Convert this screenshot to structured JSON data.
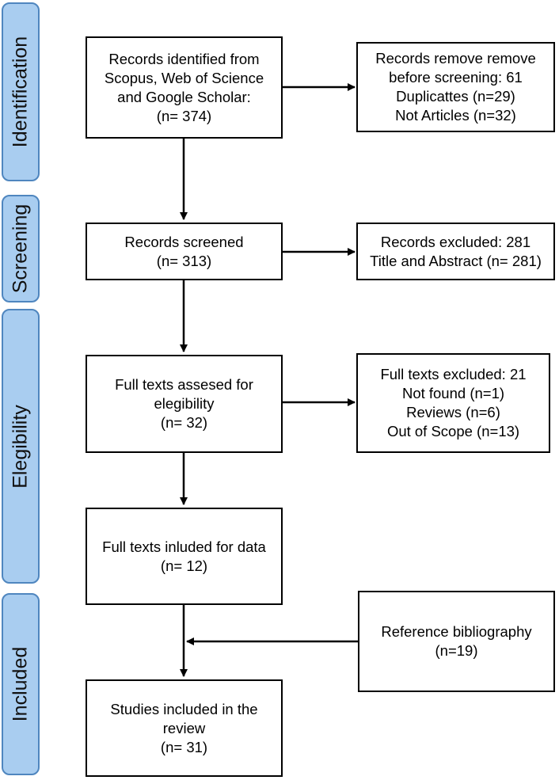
{
  "phases": {
    "identification": "Identification",
    "screening": "Screening",
    "eligibility": "Elegibility",
    "included": "Included"
  },
  "boxes": {
    "records_identified": [
      "Records identified from",
      "Scopus, Web of Science",
      "and Google Scholar:",
      "(n= 374)"
    ],
    "records_removed": [
      "Records remove remove",
      "before screening: 61",
      "Duplicattes (n=29)",
      "Not Articles (n=32)"
    ],
    "records_screened": [
      "Records screened",
      "(n= 313)"
    ],
    "records_excluded": [
      "Records excluded: 281",
      "Title and Abstract (n= 281)"
    ],
    "full_texts_assessed": [
      "Full texts assesed for",
      "elegibility",
      "(n= 32)"
    ],
    "full_texts_excluded": [
      "Full texts excluded: 21",
      "Not found (n=1)",
      "Reviews (n=6)",
      "Out of Scope (n=13)"
    ],
    "full_texts_included": [
      "Full texts inluded for data",
      "(n= 12)"
    ],
    "reference_bibliography": [
      "Reference bibliography",
      "(n=19)"
    ],
    "studies_included": [
      "Studies included in the",
      "review",
      "(n= 31)"
    ]
  }
}
